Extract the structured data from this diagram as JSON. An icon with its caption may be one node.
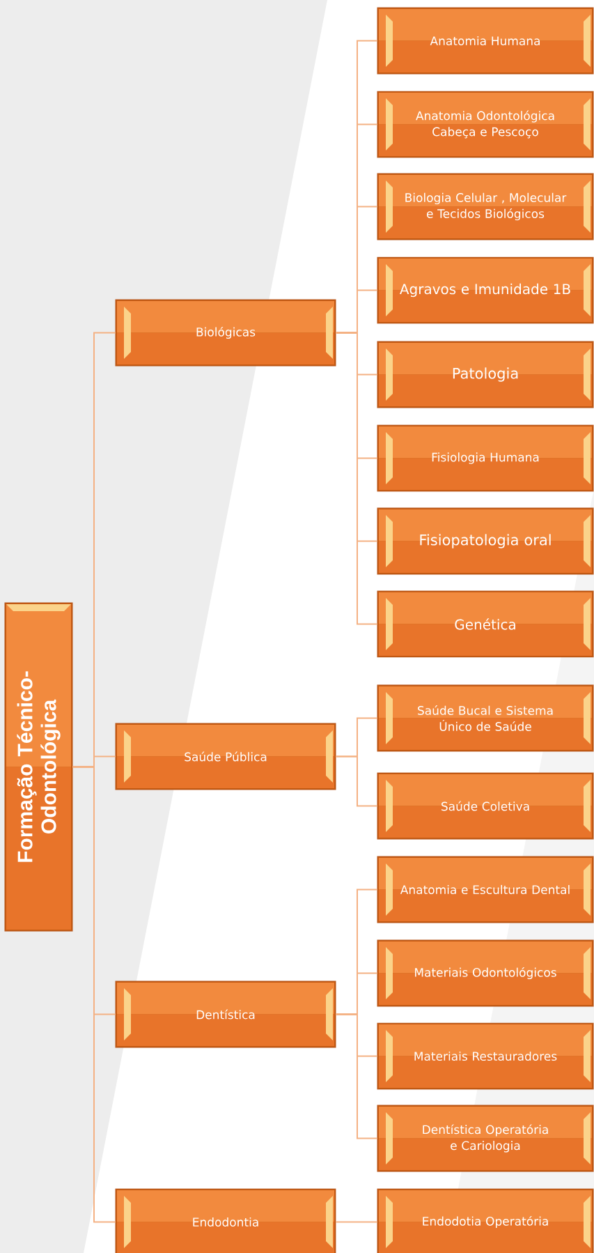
{
  "diagram": {
    "nodes": [
      {
        "text": [
          "Formação Técnico- Odontológica"
        ]
      },
      {
        "text": [
          "Biológicas"
        ]
      },
      {
        "text": [
          "Anatomia Humana"
        ]
      },
      {
        "text": [
          "Anatomia Odontológica Cabeça e Pescoço"
        ]
      },
      {
        "text": [
          "Biologia Celular , Molecular e Tecidos Biológicos"
        ]
      },
      {
        "text": [
          "Agravos e Imunidade 1B"
        ]
      },
      {
        "text": [
          "Patologia"
        ]
      },
      {
        "text": [
          "Fisiologia Humana"
        ]
      },
      {
        "text": [
          "Fisiopatologia oral"
        ]
      },
      {
        "text": [
          "Genética"
        ]
      },
      {
        "text": [
          "Saúde Pública"
        ]
      },
      {
        "text": [
          "Saúde Bucal e Sistema Único de Saúde"
        ]
      },
      {
        "text": [
          "Saúde Coletiva"
        ]
      },
      {
        "text": [
          "Dentística"
        ]
      },
      {
        "text": [
          "Anatomia e Escultura Dental"
        ]
      },
      {
        "text": [
          "Materiais Odontológicos"
        ]
      },
      {
        "text": [
          "Materiais Restauradores"
        ]
      },
      {
        "text": [
          "Dentística Operatória e Cariologia"
        ]
      },
      {
        "text": [
          "Endodontia"
        ]
      },
      {
        "text": [
          "Endodotia Operatória"
        ]
      }
    ],
    "edges": [
      {
        "from": 0,
        "to": 1,
        "arrow": "none"
      },
      {
        "from": 0,
        "to": 10,
        "arrow": "none"
      },
      {
        "from": 0,
        "to": 13,
        "arrow": "none"
      },
      {
        "from": 0,
        "to": 18,
        "arrow": "none"
      },
      {
        "from": 1,
        "to": 2,
        "arrow": "none"
      },
      {
        "from": 1,
        "to": 3,
        "arrow": "none"
      },
      {
        "from": 1,
        "to": 4,
        "arrow": "none"
      },
      {
        "from": 1,
        "to": 5,
        "arrow": "none"
      },
      {
        "from": 1,
        "to": 6,
        "arrow": "none"
      },
      {
        "from": 1,
        "to": 7,
        "arrow": "none"
      },
      {
        "from": 1,
        "to": 8,
        "arrow": "none"
      },
      {
        "from": 1,
        "to": 9,
        "arrow": "none"
      },
      {
        "from": 10,
        "to": 11,
        "arrow": "none"
      },
      {
        "from": 10,
        "to": 12,
        "arrow": "none"
      },
      {
        "from": 13,
        "to": 14,
        "arrow": "none"
      },
      {
        "from": 13,
        "to": 15,
        "arrow": "none"
      },
      {
        "from": 13,
        "to": 16,
        "arrow": "none"
      },
      {
        "from": 13,
        "to": 17,
        "arrow": "none"
      },
      {
        "from": 18,
        "to": 19,
        "arrow": "none"
      }
    ]
  }
}
